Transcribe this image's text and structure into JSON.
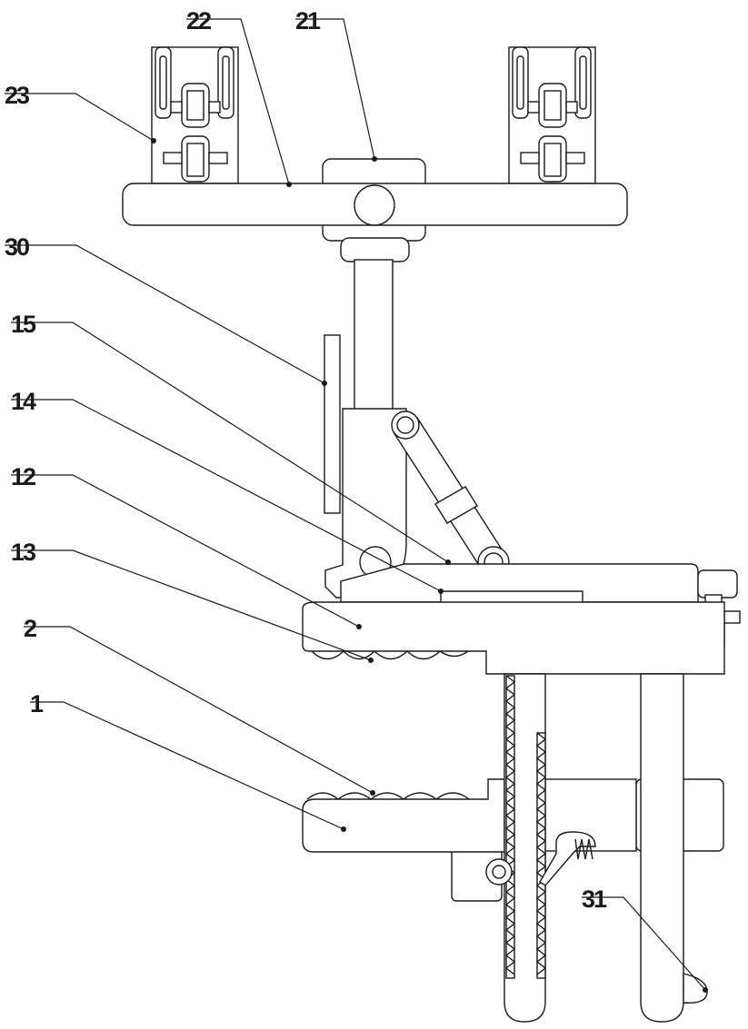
{
  "callouts": [
    {
      "id": "22",
      "text": "22"
    },
    {
      "id": "21",
      "text": "21"
    },
    {
      "id": "23",
      "text": "23"
    },
    {
      "id": "30",
      "text": "30"
    },
    {
      "id": "15",
      "text": "15"
    },
    {
      "id": "14",
      "text": "14"
    },
    {
      "id": "12",
      "text": "12"
    },
    {
      "id": "13",
      "text": "13"
    },
    {
      "id": "2",
      "text": "2"
    },
    {
      "id": "1",
      "text": "1"
    },
    {
      "id": "31",
      "text": "31"
    }
  ]
}
